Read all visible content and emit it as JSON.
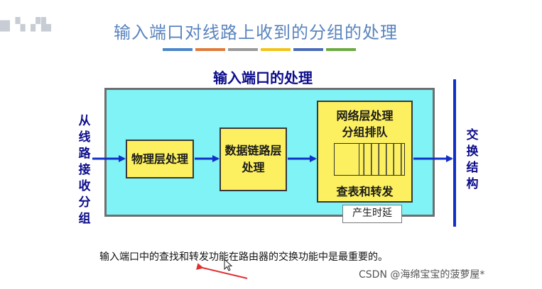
{
  "slide": {
    "title": "输入端口对线路上收到的分组的处理",
    "strip_colors": [
      "#4a86c8",
      "#e07a3a",
      "#9a9a9a",
      "#f2c318",
      "#4a6cb8",
      "#6aaa40"
    ]
  },
  "diagram": {
    "title": "输入端口的处理",
    "left_label": "从\n线\n路\n接\n收\n分\n组",
    "right_label": "交\n换\n结\n构",
    "physical_block": "物理层处理",
    "datalink_block": "数据链路层处理",
    "network_block": {
      "line1": "网络层处理",
      "line2": "分组排队",
      "lookup": "查表和转发"
    },
    "delay_tag": "产生时延"
  },
  "caption": "输入端口中的查找和转发功能在路由器的交换功能中是最重要的。",
  "watermark": "CSDN @海绵宝宝的菠萝屋*",
  "colors": {
    "port_fill": "#7ff3f5",
    "block_fill": "#fcf060",
    "arrow": "#1030c8",
    "annotation_arrow": "#e03030"
  }
}
